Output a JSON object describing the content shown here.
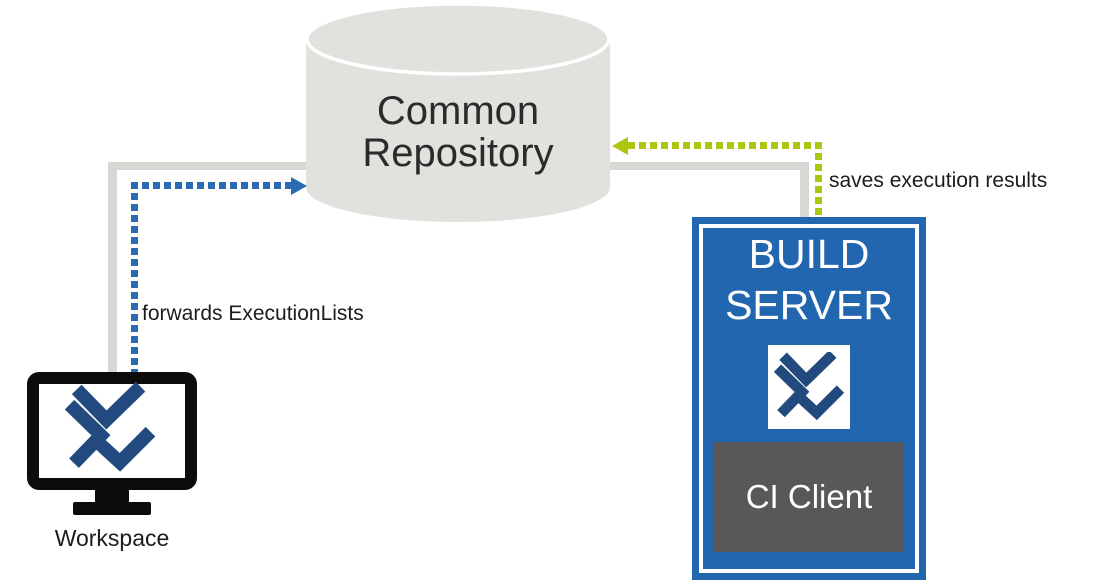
{
  "diagram": {
    "repository": {
      "name_lines": [
        "Common",
        "Repository"
      ],
      "fill": "#e2e1dd"
    },
    "workspace": {
      "label": "Workspace"
    },
    "build_server": {
      "name_lines": [
        "BUILD",
        "SERVER"
      ],
      "fill": "#2166ae",
      "ci_client_label": "CI Client",
      "ci_client_fill": "#595757"
    },
    "arrows": {
      "forwards": {
        "label": "forwards ExecutionLists",
        "color": "#2a6cb2",
        "from": "Workspace",
        "to": "Common Repository"
      },
      "saves": {
        "label": "saves execution results",
        "color": "#aec60f",
        "from": "BUILD SERVER",
        "to": "Common Repository"
      }
    },
    "colors": {
      "connector_gray": "#d8d7d3",
      "logo_navy": "#234a7e",
      "monitor_black": "#0c0c0c",
      "text_dark": "#1c1c1c"
    },
    "icons": {
      "workspace": "monitor-icon",
      "logo": "tosca-x-logo-icon"
    }
  }
}
